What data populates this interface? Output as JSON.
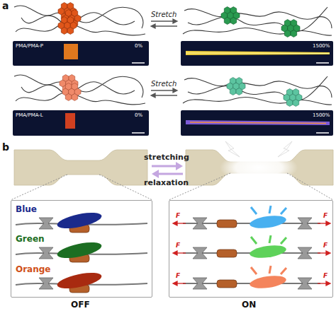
{
  "diagram": {
    "nodes": [
      {
        "text": [
          "PMA/PMA-P",
          "0%"
        ]
      },
      {
        "text": [
          "1500%"
        ]
      },
      {
        "text": [
          "PMA/PMA-L",
          "0%"
        ]
      },
      {
        "text": [
          "1500%"
        ]
      },
      {
        "text": [
          "Blue",
          "Green",
          "Orange",
          "OFF"
        ]
      },
      {
        "text": [
          "ON"
        ]
      }
    ],
    "labels": [
      "a",
      "Stretch",
      "Stretch",
      "b",
      "stretching",
      "relaxation",
      "F",
      "F",
      "F",
      "F",
      "F",
      "F"
    ]
  }
}
